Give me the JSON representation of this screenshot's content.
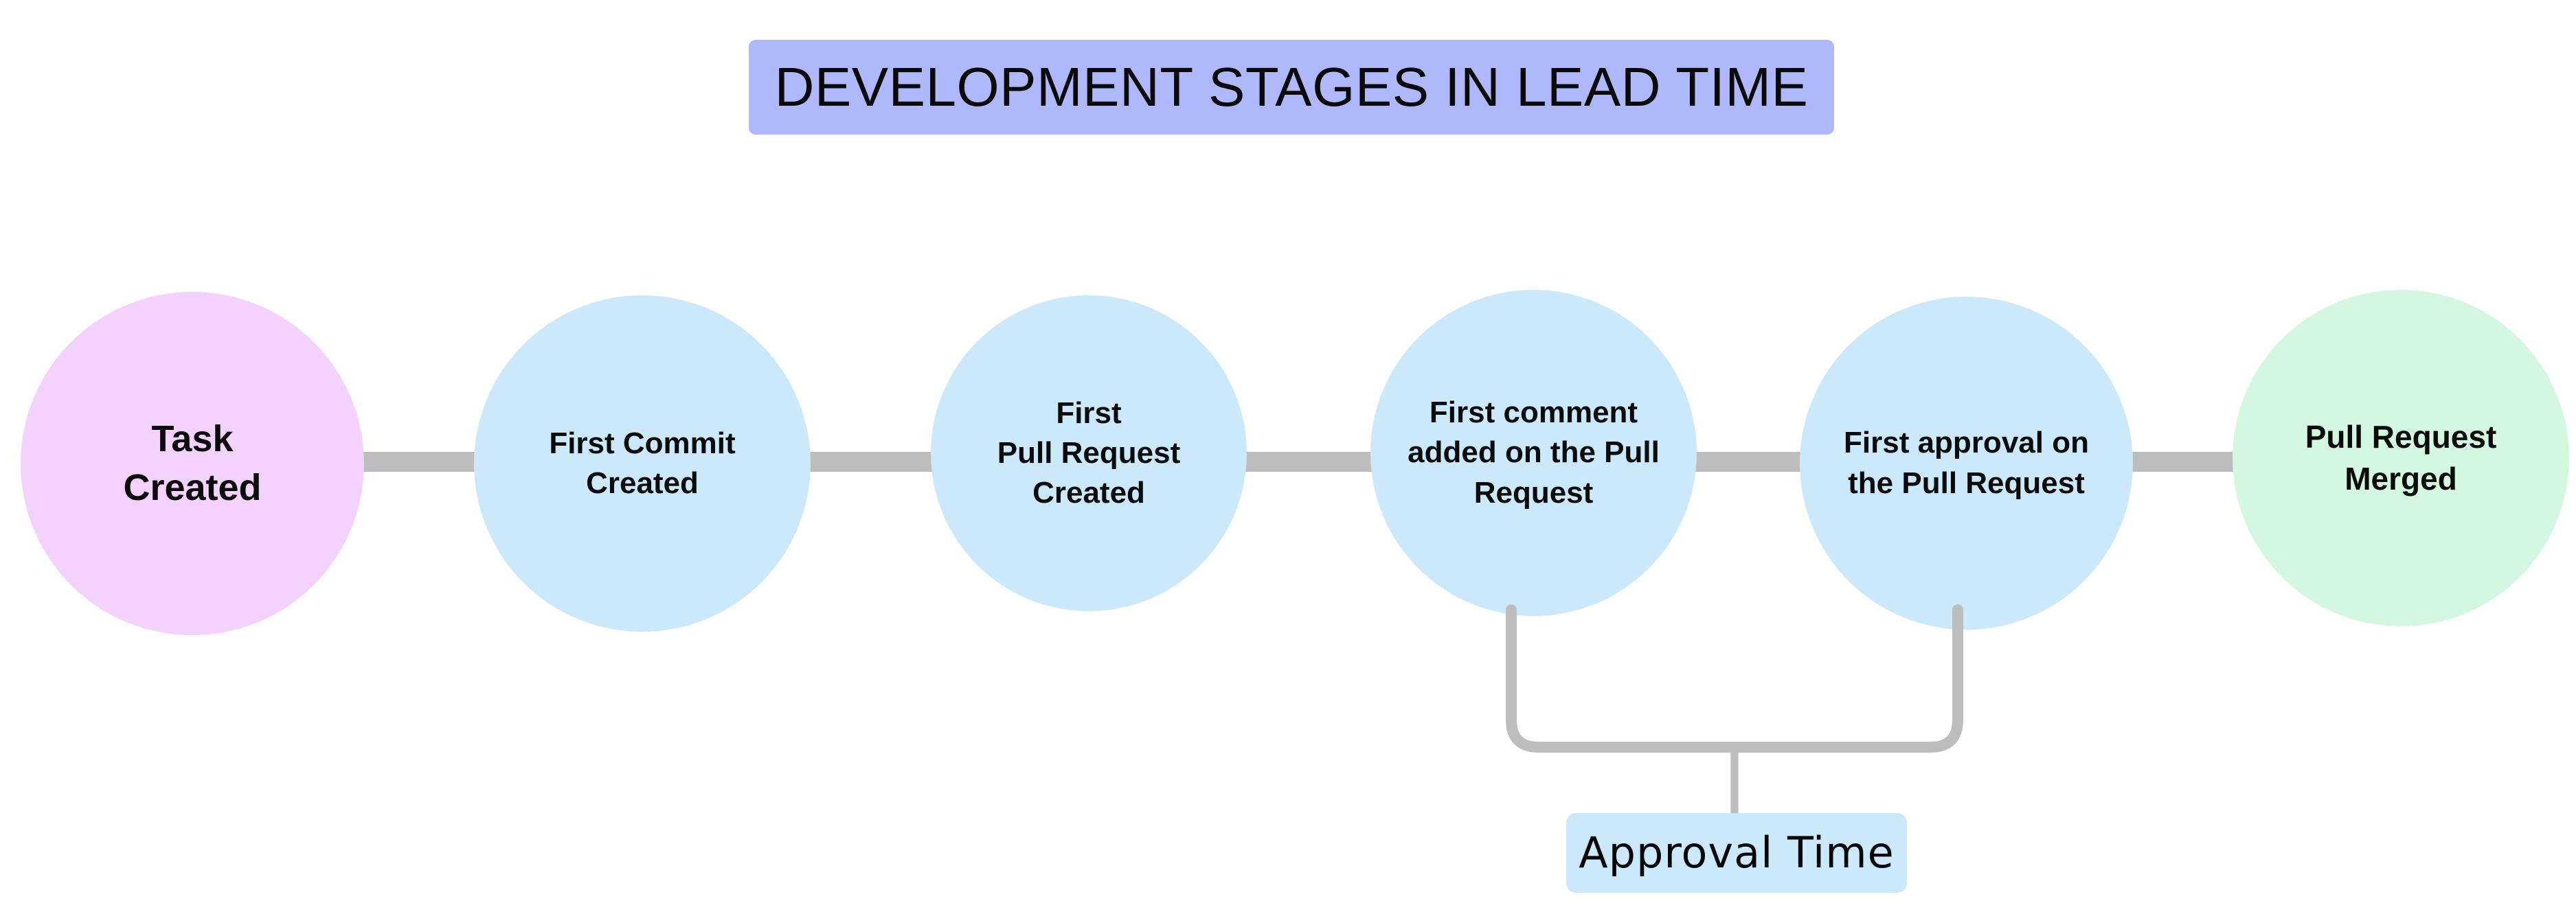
{
  "title": {
    "text": "DEVELOPMENT STAGES IN LEAD TIME",
    "background_color": "#AEB8FA",
    "text_color": "#0A0A0A"
  },
  "colors": {
    "page_background": "#FFFFFF",
    "connector": "#BDBDBD",
    "start_node": "#F3D2FE",
    "process_node": "#CCE9FC",
    "end_node": "#D4F7DF",
    "annotation_chip": "#CCE9FC",
    "text": "#0B0B0B"
  },
  "flow": {
    "stages": [
      {
        "id": "task-created",
        "label": "Task\nCreated",
        "color": "#F3D2FE",
        "kind": "start",
        "order": 1
      },
      {
        "id": "first-commit-created",
        "label": "First Commit\nCreated",
        "color": "#CCE9FC",
        "kind": "process",
        "order": 2
      },
      {
        "id": "first-pull-request-created",
        "label": "First\nPull Request\nCreated",
        "color": "#CCE9FC",
        "kind": "process",
        "order": 3
      },
      {
        "id": "first-comment-added",
        "label": "First comment\nadded on the Pull\nRequest",
        "color": "#CCE9FC",
        "kind": "process",
        "order": 4
      },
      {
        "id": "first-approval",
        "label": "First approval on\nthe Pull Request",
        "color": "#CCE9FC",
        "kind": "process",
        "order": 5
      },
      {
        "id": "pull-request-merged",
        "label": "Pull Request\nMerged",
        "color": "#D4F7DF",
        "kind": "end",
        "order": 6
      }
    ],
    "connectors": [
      {
        "from": "task-created",
        "to": "first-commit-created"
      },
      {
        "from": "first-commit-created",
        "to": "first-pull-request-created"
      },
      {
        "from": "first-pull-request-created",
        "to": "first-comment-added"
      },
      {
        "from": "first-comment-added",
        "to": "first-approval"
      },
      {
        "from": "first-approval",
        "to": "pull-request-merged"
      }
    ]
  },
  "annotations": [
    {
      "id": "approval-time",
      "label": "Approval Time",
      "spans_from": "first-comment-added",
      "spans_to": "first-approval",
      "background_color": "#CCE9FC"
    }
  ]
}
